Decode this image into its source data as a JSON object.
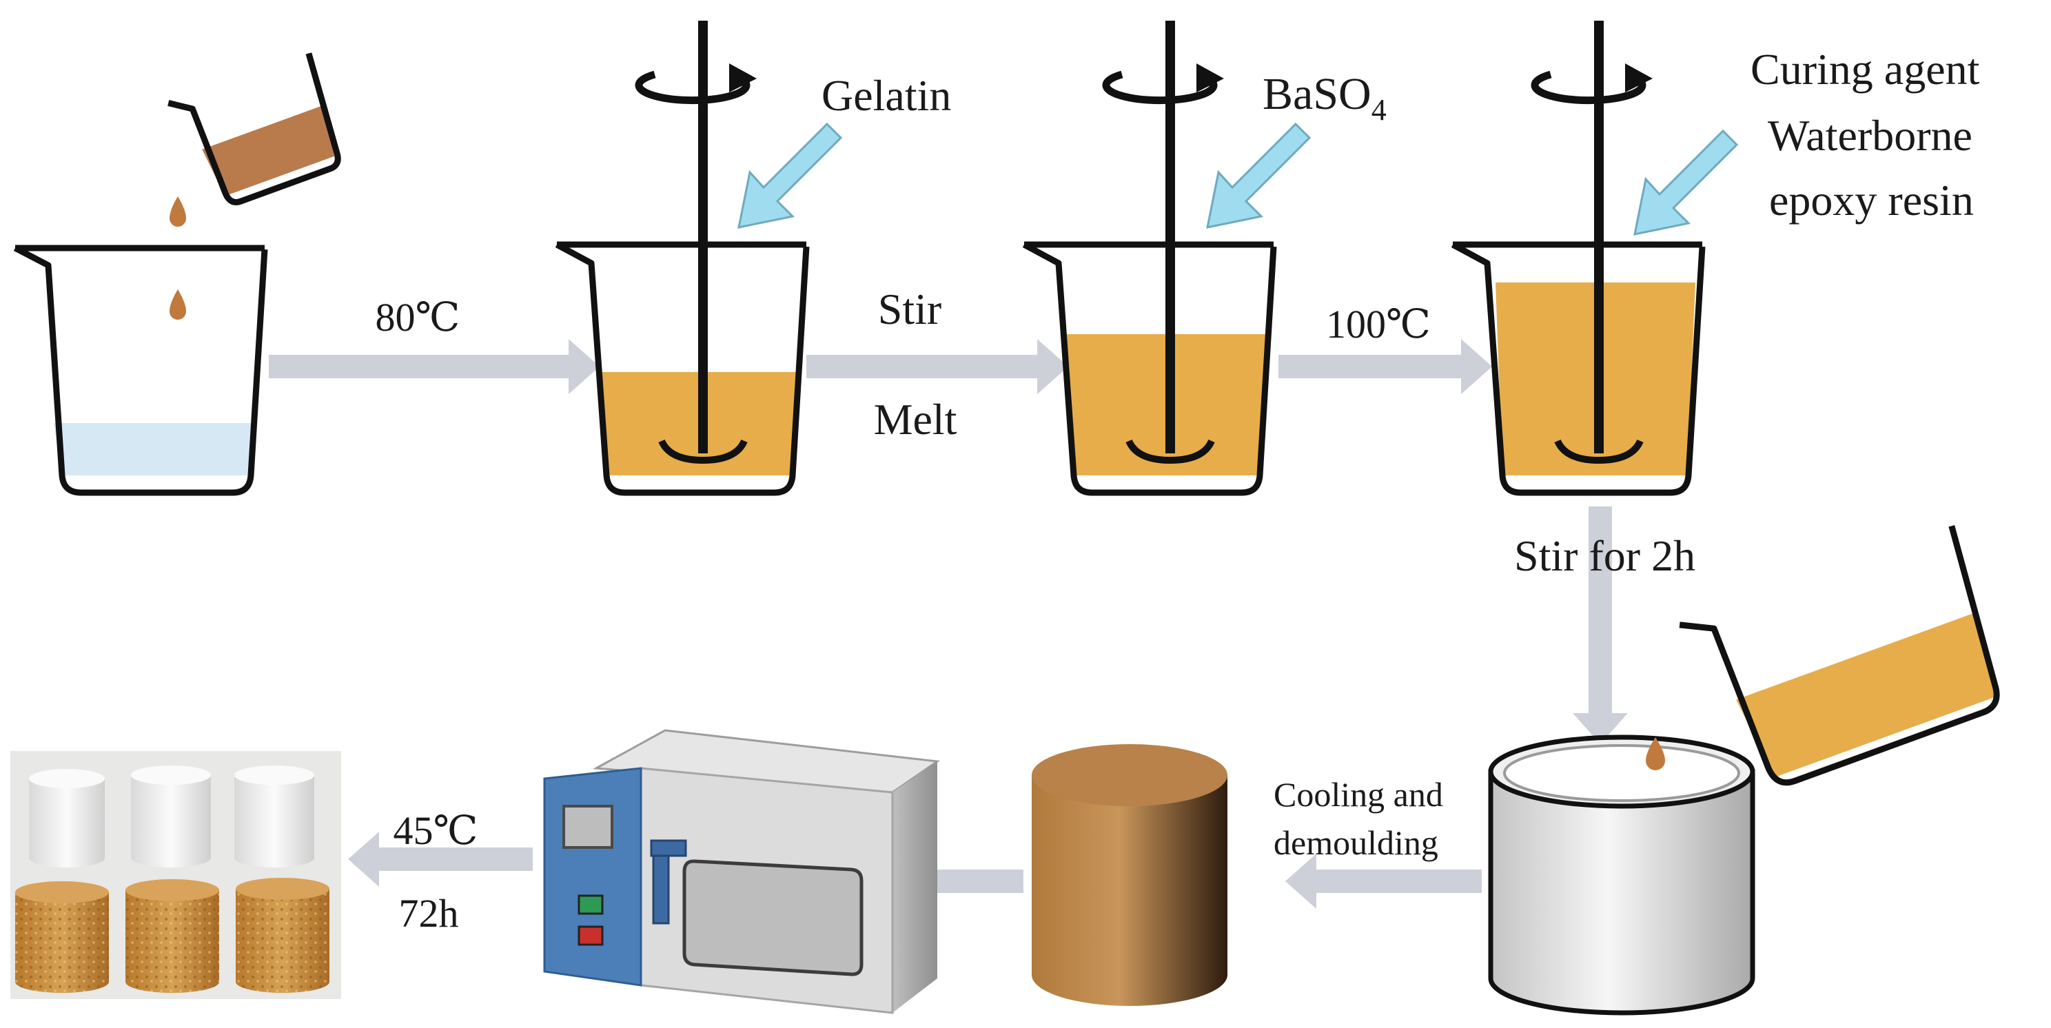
{
  "labels": {
    "heat_80": "80℃",
    "gelatin": "Gelatin",
    "stir": "Stir",
    "melt": "Melt",
    "baso4_base": "BaSO",
    "baso4_sub": "4",
    "heat_100": "100℃",
    "curing_agent": "Curing agent",
    "waterborne": "Waterborne",
    "epoxy_resin": "epoxy resin",
    "stir_2h": "Stir for 2h",
    "cooling": "Cooling and",
    "demoulding": "demoulding",
    "temp_45": "45℃",
    "time_72": "72h"
  },
  "colors": {
    "arrow": "#cdd0d8",
    "cyan_arrow": "#9fdcef",
    "liquid": "#e6ad4a",
    "water": "#d6e8f4",
    "brown_liquid": "#b97b4c",
    "oven_panel": "#4c7fb8",
    "oven_body": "#dcdcdc",
    "ink": "#111111"
  }
}
